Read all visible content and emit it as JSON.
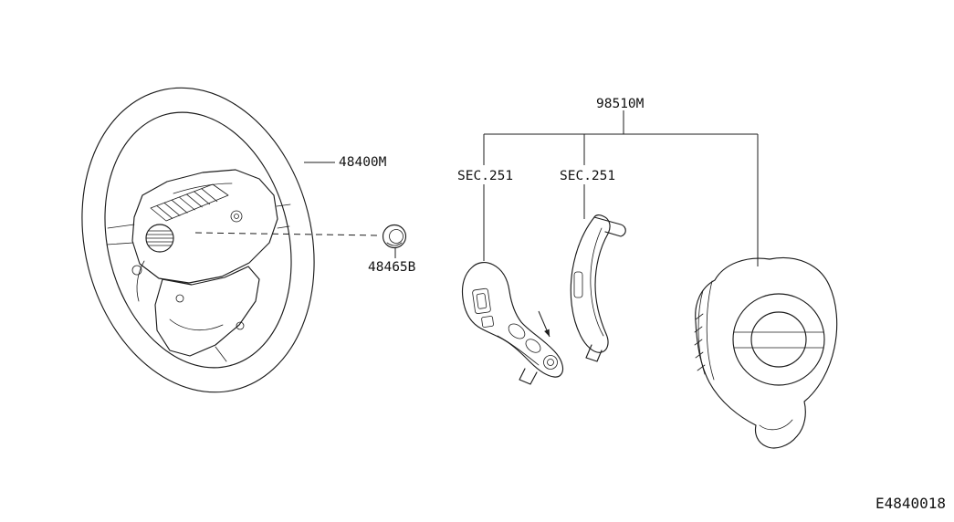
{
  "meta": {
    "accent_line_color": "#1c1c1c",
    "background_color": "#ffffff"
  },
  "labels": {
    "steering_wheel_part": "48400M",
    "lock_nut_part": "48465B",
    "switch_assembly_part": "98510M",
    "sec_ref_left": "SEC.251",
    "sec_ref_right": "SEC.251",
    "diagram_code": "E4840018"
  }
}
